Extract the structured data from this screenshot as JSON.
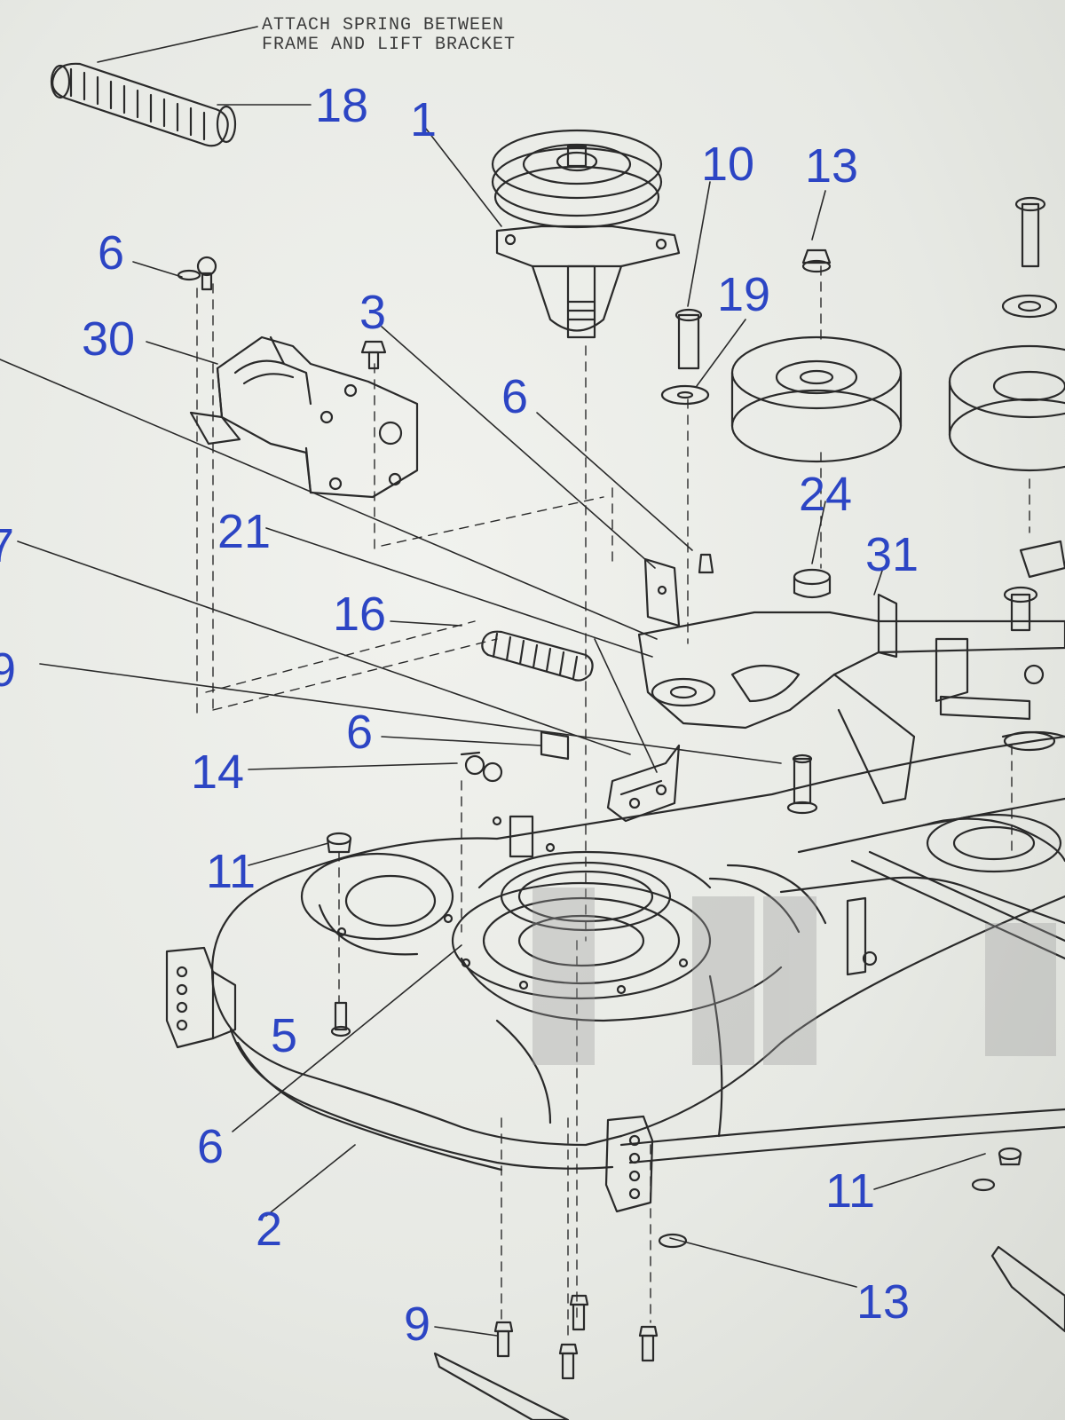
{
  "note": {
    "line1": "ATTACH SPRING BETWEEN",
    "line2": "FRAME AND LIFT BRACKET"
  },
  "callouts": {
    "c18": "18",
    "c1": "1",
    "c10": "10",
    "c13a": "13",
    "c6a": "6",
    "c19a": "19",
    "c30": "30",
    "c3": "3",
    "c6b": "6",
    "c24": "24",
    "c21": "21",
    "c31": "31",
    "c7": "7",
    "c16": "16",
    "c19b": "9",
    "c6c": "6",
    "c14": "14",
    "c11a": "11",
    "c5": "5",
    "c6d": "6",
    "c2": "2",
    "c11b": "11",
    "c13b": "13",
    "c9": "9"
  },
  "colors": {
    "callout": "#2c45c4",
    "line_art": "#2a2a2a",
    "paper": "#eceee9"
  }
}
